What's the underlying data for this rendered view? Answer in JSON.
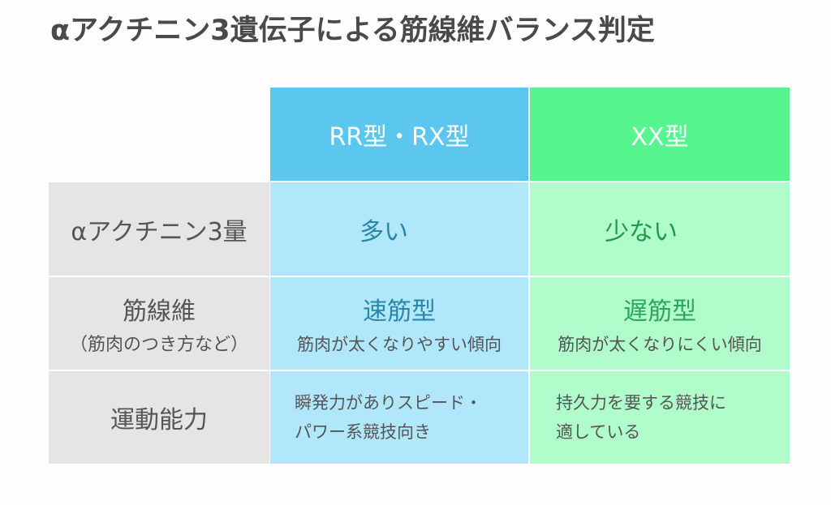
{
  "title": "αアクチニン3遺伝子による筋線維バランス判定",
  "colors": {
    "header_blue": "#5bc6ee",
    "header_green": "#57f58f",
    "body_blue": "#b1e7fb",
    "body_green": "#b0fcca",
    "row_header_gray": "#e5e5e5",
    "arrow_yellow": "#fbd35a",
    "text_blue": "#2a86a8",
    "text_green": "#239a45"
  },
  "table": {
    "columns": [
      {
        "label": "RR型・RX型"
      },
      {
        "label": "XX型"
      }
    ],
    "rows": [
      {
        "label": "αアクチニン3量",
        "sublabel": "",
        "left": {
          "text": "多い"
        },
        "right": {
          "text": "少ない"
        },
        "connector": "double-arrow-icon"
      },
      {
        "label": "筋線維",
        "sublabel": "（筋肉のつき方など）",
        "left": {
          "type": "速筋型",
          "desc": "筋肉が太くなりやすい傾向"
        },
        "right": {
          "type": "遅筋型",
          "desc": "筋肉が太くなりにくい傾向"
        }
      },
      {
        "label": "運動能力",
        "sublabel": "",
        "left": {
          "line1": "瞬発力がありスピード・",
          "line2": "パワー系競技向き"
        },
        "right": {
          "line1": "持久力を要する競技に",
          "line2": "適している"
        }
      }
    ]
  }
}
